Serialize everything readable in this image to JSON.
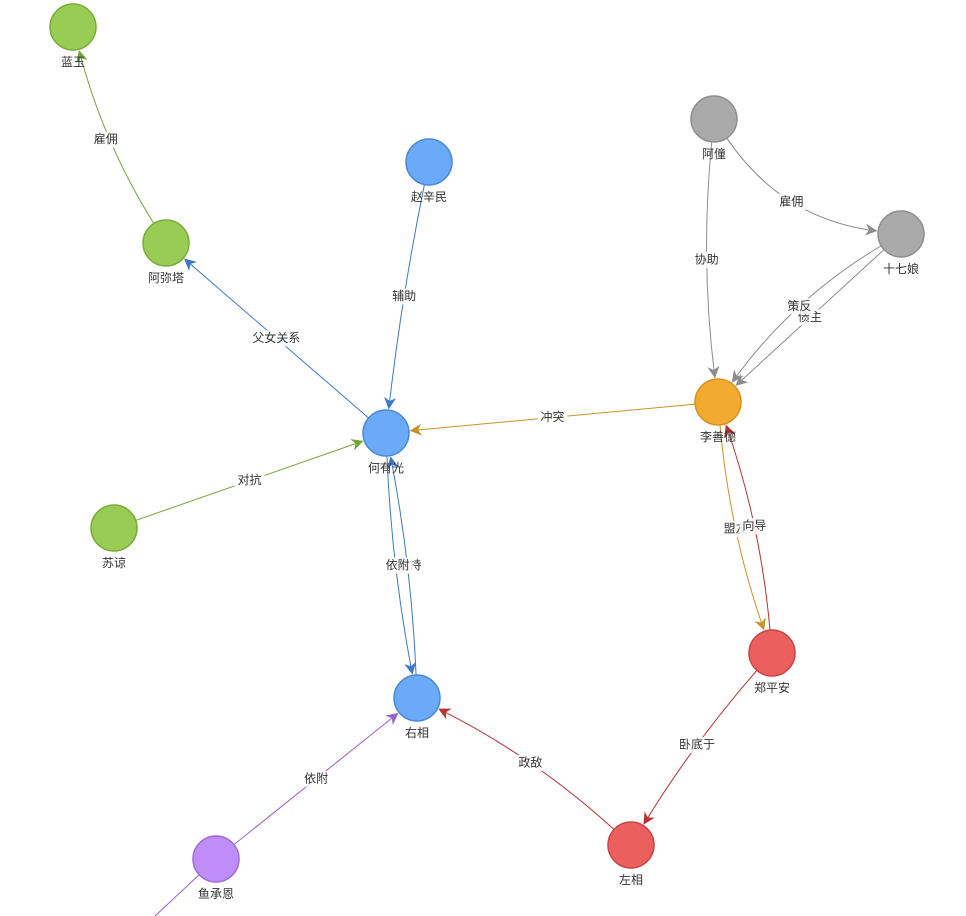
{
  "graph": {
    "groups": {
      "blue": {
        "fill": "#6aaaf8",
        "stroke": "#4a8ad8",
        "edge": "#3b78c8"
      },
      "green": {
        "fill": "#99cc55",
        "stroke": "#78ad38",
        "edge": "#72a83c"
      },
      "gray": {
        "fill": "#aaaaaa",
        "stroke": "#8e8e8e",
        "edge": "#8c8c8c"
      },
      "orange": {
        "fill": "#f2aa30",
        "stroke": "#d89320",
        "edge": "#c8922a"
      },
      "red": {
        "fill": "#ec5f5f",
        "stroke": "#cc4444",
        "edge": "#b83232"
      },
      "purple": {
        "fill": "#c08cf7",
        "stroke": "#a06cd8",
        "edge": "#9a60d0"
      }
    },
    "nodes": [
      {
        "id": "lanyu",
        "label": "蓝玉",
        "group": "green"
      },
      {
        "id": "amita",
        "label": "阿弥塔",
        "group": "green"
      },
      {
        "id": "zhao",
        "label": "赵辛民",
        "group": "blue"
      },
      {
        "id": "he",
        "label": "何有光",
        "group": "blue"
      },
      {
        "id": "sujing",
        "label": "苏谅",
        "group": "green"
      },
      {
        "id": "youxiang",
        "label": "右相",
        "group": "blue"
      },
      {
        "id": "yu",
        "label": "鱼承恩",
        "group": "purple"
      },
      {
        "id": "azhuang",
        "label": "阿僮",
        "group": "gray"
      },
      {
        "id": "shiqi",
        "label": "十七娘",
        "group": "gray"
      },
      {
        "id": "li",
        "label": "李善德",
        "group": "orange"
      },
      {
        "id": "zheng",
        "label": "郑平安",
        "group": "red"
      },
      {
        "id": "zuoxiang",
        "label": "左相",
        "group": "red"
      }
    ],
    "edges": [
      {
        "id": "e1",
        "source": "amita",
        "target": "lanyu",
        "label": "雇佣",
        "group": "green"
      },
      {
        "id": "e2",
        "source": "he",
        "target": "amita",
        "label": "父女关系",
        "group": "blue"
      },
      {
        "id": "e3",
        "source": "zhao",
        "target": "he",
        "label": "辅助",
        "group": "blue"
      },
      {
        "id": "e4",
        "source": "sujing",
        "target": "he",
        "label": "对抗",
        "group": "green"
      },
      {
        "id": "e5",
        "source": "li",
        "target": "he",
        "label": "冲突",
        "group": "orange"
      },
      {
        "id": "e6",
        "source": "youxiang",
        "target": "he",
        "label": "支持",
        "group": "blue"
      },
      {
        "id": "e7",
        "source": "he",
        "target": "youxiang",
        "label": "依附",
        "group": "blue"
      },
      {
        "id": "e8",
        "source": "yu",
        "target": "youxiang",
        "label": "依附",
        "group": "purple"
      },
      {
        "id": "e9",
        "source": "zuoxiang",
        "target": "youxiang",
        "label": "政敌",
        "group": "red"
      },
      {
        "id": "e10",
        "source": "azhuang",
        "target": "shiqi",
        "label": "雇佣",
        "group": "gray"
      },
      {
        "id": "e11",
        "source": "azhuang",
        "target": "li",
        "label": "协助",
        "group": "gray"
      },
      {
        "id": "e12",
        "source": "shiqi",
        "target": "li",
        "label": "债主",
        "group": "gray"
      },
      {
        "id": "e13",
        "source": "shiqi",
        "target": "li",
        "label": "策反",
        "group": "gray"
      },
      {
        "id": "e14",
        "source": "li",
        "target": "zheng",
        "label": "盟友",
        "group": "orange"
      },
      {
        "id": "e15",
        "source": "zheng",
        "target": "li",
        "label": "向导",
        "group": "red"
      },
      {
        "id": "e16",
        "source": "zheng",
        "target": "zuoxiang",
        "label": "卧底于",
        "group": "red"
      }
    ]
  }
}
